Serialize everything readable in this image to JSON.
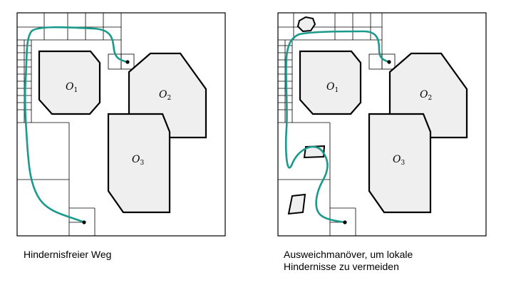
{
  "panels": [
    {
      "caption": "Hindernisfreier Weg",
      "obstacles": [
        {
          "label": "O",
          "sub": "1"
        },
        {
          "label": "O",
          "sub": "2"
        },
        {
          "label": "O",
          "sub": "3"
        }
      ]
    },
    {
      "caption_line1": "Ausweichmanöver, um lokale",
      "caption_line2": "Hindernisse zu vermeiden",
      "obstacles": [
        {
          "label": "O",
          "sub": "1"
        },
        {
          "label": "O",
          "sub": "2"
        },
        {
          "label": "O",
          "sub": "3"
        }
      ]
    }
  ],
  "colors": {
    "path": "#1a9a8a",
    "obstacle_fill": "#efefef",
    "obstacle_stroke": "#000000",
    "grid": "#000000"
  }
}
